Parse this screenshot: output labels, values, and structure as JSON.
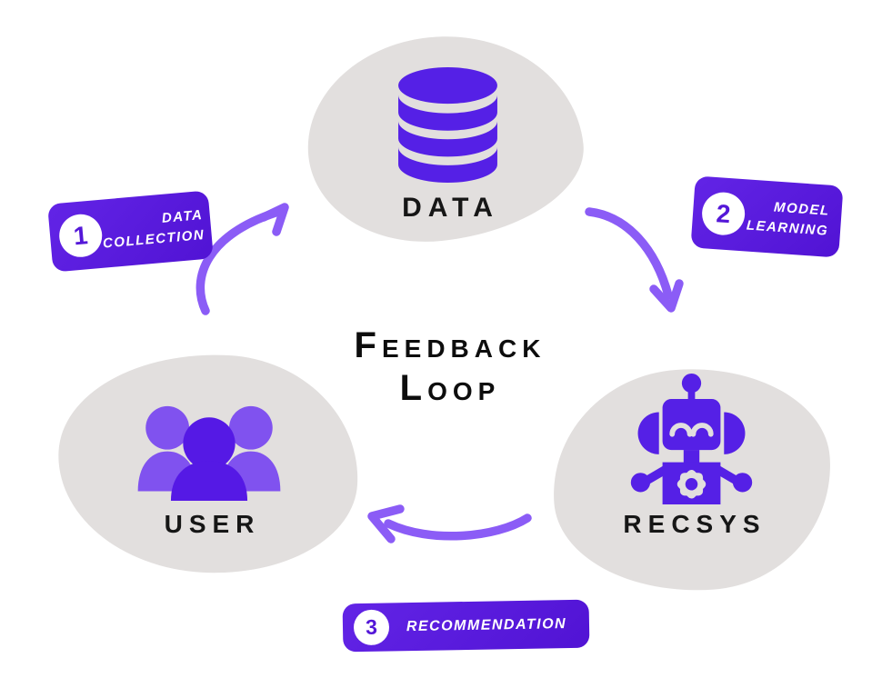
{
  "center_label": {
    "line1": "Feedback",
    "line2": "Loop"
  },
  "nodes": {
    "data": {
      "label": "DATA",
      "icon": "database-icon"
    },
    "recsys": {
      "label": "RECSYS",
      "icon": "robot-icon"
    },
    "user": {
      "label": "USER",
      "icon": "users-icon"
    }
  },
  "steps": {
    "collection": {
      "number": "1",
      "line1": "DATA",
      "line2": "COLLECTION"
    },
    "learning": {
      "number": "2",
      "line1": "MODEL",
      "line2": "LEARNING"
    },
    "recommendation": {
      "number": "3",
      "line1": "RECOMMENDATION"
    }
  },
  "colors": {
    "badge_purple": "#5618D8",
    "icon_purple": "#5520E6",
    "icon_purple_light": "#8052EF",
    "arrow_purple": "#8B5CF6",
    "blob_gray": "#E2DFDE",
    "label_black": "#161616",
    "background": "#FFFFFF"
  }
}
